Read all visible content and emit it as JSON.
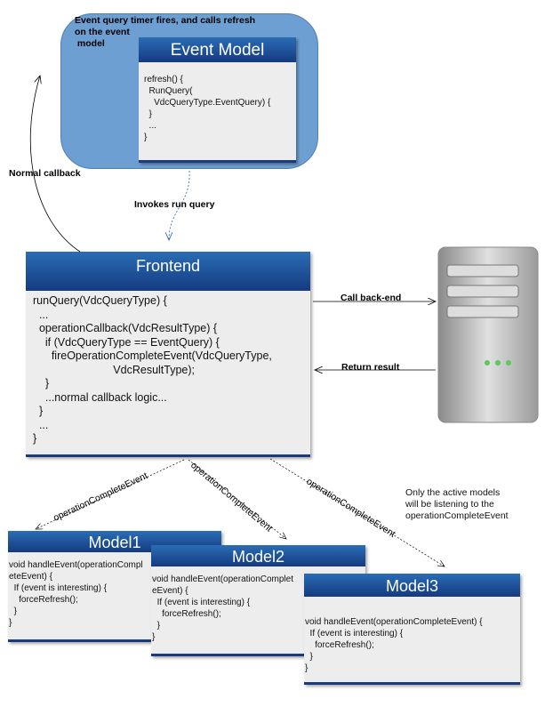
{
  "event_group": {
    "caption": "Event query timer fires, and calls refresh\non the event\n model"
  },
  "event_model": {
    "title": "Event Model",
    "code": "refresh() {\n  RunQuery(\n    VdcQueryType.EventQuery) {\n  }\n  ...\n}"
  },
  "labels": {
    "normal_callback": "Normal callback",
    "invokes_run_query": "Invokes run query",
    "call_backend": "Call back-end",
    "return_result": "Return result",
    "op_event": "operationCompleteEvent",
    "note": "Only the active models\nwill be listening to the\noperationCompleteEvent"
  },
  "frontend": {
    "title": "Frontend",
    "code": "runQuery(VdcQueryType) {\n  ...\n  operationCallback(VdcResultType) {\n    if (VdcQueryType == EventQuery) {\n      fireOperationCompleteEvent(VdcQueryType,\n                          VdcResultType);\n    }\n    ...normal callback logic...\n  }\n  ...\n}"
  },
  "models": [
    {
      "title": "Model1",
      "code": "void handleEvent(operationCompleteEvent) {\n  If (event is interesting) {\n    forceRefresh();\n  }\n}"
    },
    {
      "title": "Model2",
      "code": "void handleEvent(operationCompleteEvent) {\n  If (event is interesting) {\n    forceRefresh();\n  }\n}"
    },
    {
      "title": "Model3",
      "code": "void handleEvent(operationCompleteEvent) {\n  If (event is interesting) {\n    forceRefresh();\n  }\n}"
    }
  ],
  "icons": {
    "server": "server-icon"
  }
}
